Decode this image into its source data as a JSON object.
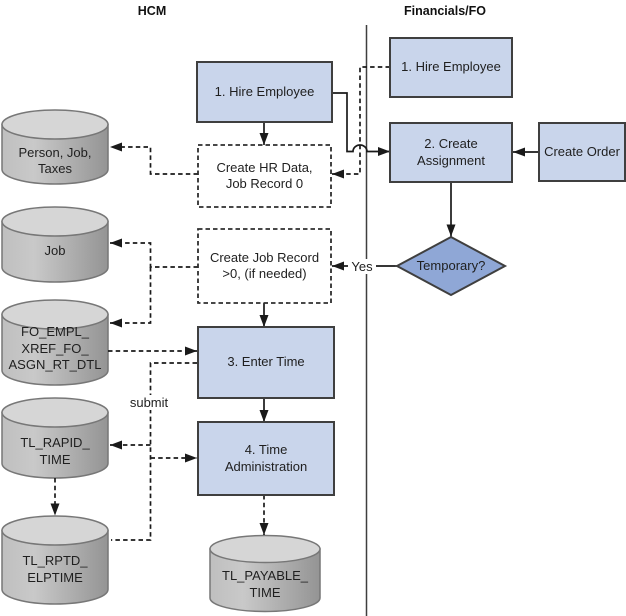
{
  "headers": {
    "hcm": "HCM",
    "financials": "Financials/FO"
  },
  "hcm": {
    "hire_employee": "1. Hire Employee",
    "create_hr_data": "Create HR Data,\nJob Record 0",
    "create_job_record": "Create Job Record\n>0, (if needed)",
    "enter_time": "3. Enter Time",
    "time_administration": "4. Time\nAdministration"
  },
  "financials": {
    "hire_employee": "1. Hire Employee",
    "create_assignment": "2. Create\nAssignment",
    "create_order": "Create Order",
    "temporary_decision": "Temporary?"
  },
  "datastores": {
    "person_job_taxes": "Person, Job,\nTaxes",
    "job": "Job",
    "fo_empl_xref": "FO_EMPL_\nXREF_FO_\nASGN_RT_DTL",
    "tl_rapid_time": "TL_RAPID_\nTIME",
    "tl_rptd_elptime": "TL_RPTD_\nELPTIME",
    "tl_payable_time": "TL_PAYABLE_\nTIME"
  },
  "edge_labels": {
    "yes": "Yes",
    "submit": "submit"
  },
  "colors": {
    "process_fill": "#C9D5EB",
    "process_border": "#3F3F3F",
    "decision_fill": "#8FA7D6",
    "datastore_fill_light": "#C9C9C9",
    "datastore_fill_dark": "#949494",
    "datastore_top": "#D6D6D6",
    "datastore_border": "#777777",
    "line": "#1A1A1A",
    "text": "#1F1F1F",
    "background": "#FFFFFF"
  }
}
